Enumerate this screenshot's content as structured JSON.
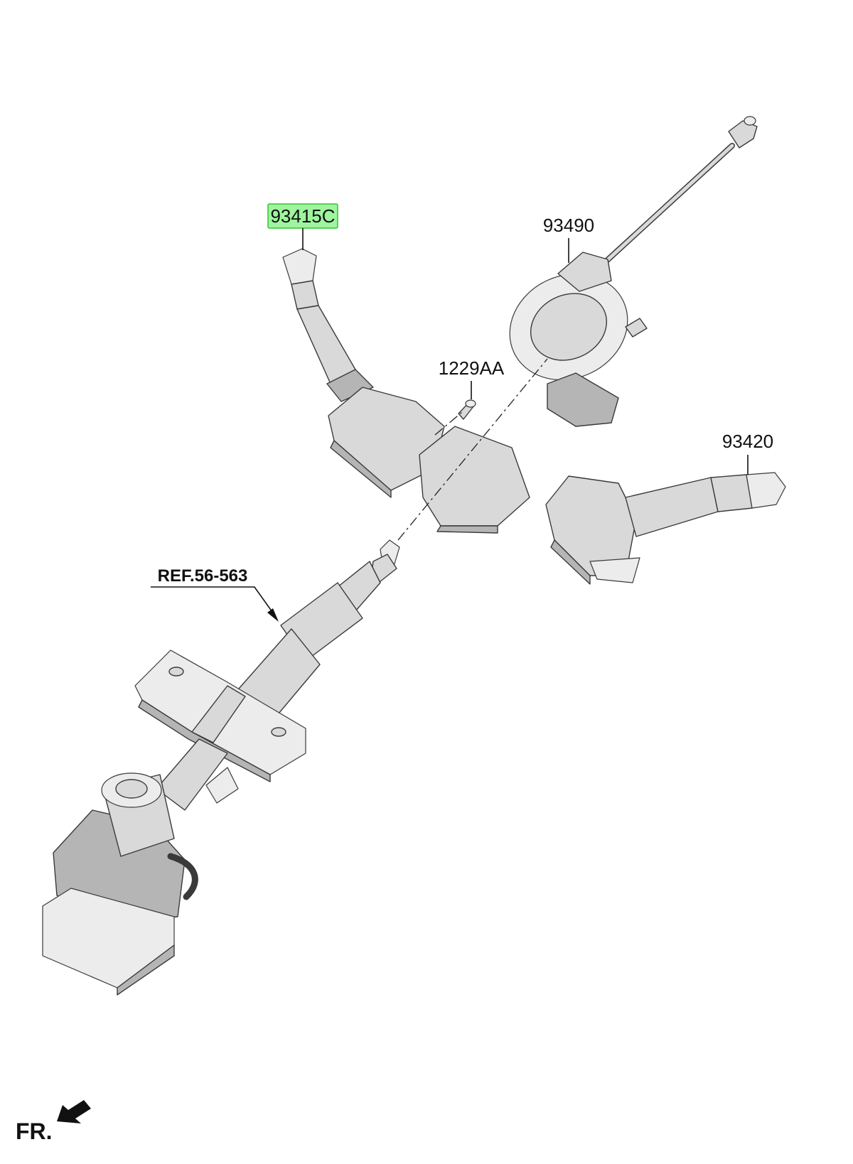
{
  "diagram": {
    "labels": {
      "switch_left": "93415C",
      "clock_spring": "93490",
      "screw": "1229AA",
      "switch_right": "93420",
      "column_ref": "REF.56-563",
      "front": "FR."
    },
    "colors": {
      "highlight_fill": "#9ef59e",
      "highlight_stroke": "#36c236",
      "part_gray": "#d9d9d9",
      "outline": "#3a3a3a"
    }
  }
}
